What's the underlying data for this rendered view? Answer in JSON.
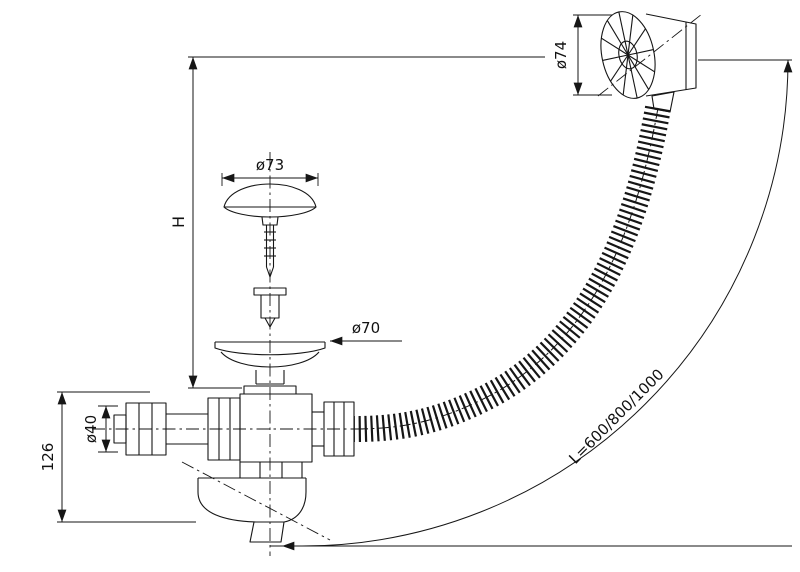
{
  "dimensions": {
    "overflow_cap": "ø74",
    "plug_cap": "ø73",
    "drain_flange": "ø70",
    "outlet_pipe": "ø40",
    "install_height": "H",
    "trap_height": "126",
    "hose_length": "L=600/800/1000"
  },
  "colors": {
    "line": "#161616",
    "background": "#ffffff"
  }
}
